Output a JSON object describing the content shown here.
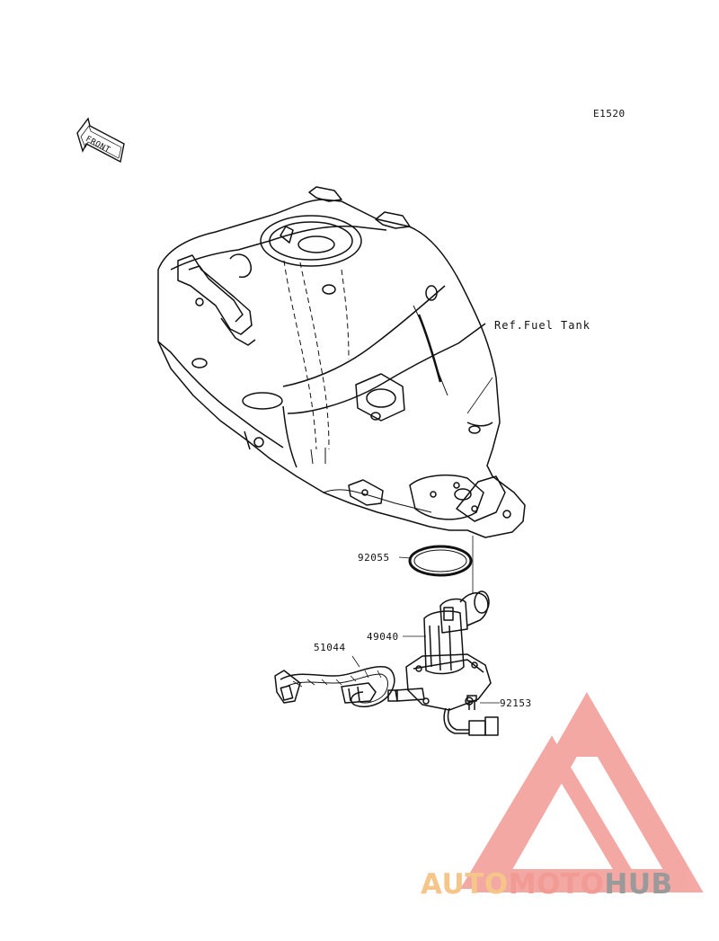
{
  "diagram_code": "E1520",
  "front_label": "FRONT",
  "ref_label": "Ref.Fuel Tank",
  "parts": [
    {
      "number": "92055"
    },
    {
      "number": "49040"
    },
    {
      "number": "51044"
    },
    {
      "number": "92153"
    }
  ],
  "watermark": {
    "part1": "AUTO",
    "part2": "MOTO",
    "part3": "HUB",
    "color1": "#f5c58a",
    "color2": "#f29a94",
    "color3": "#9a9a9a"
  }
}
